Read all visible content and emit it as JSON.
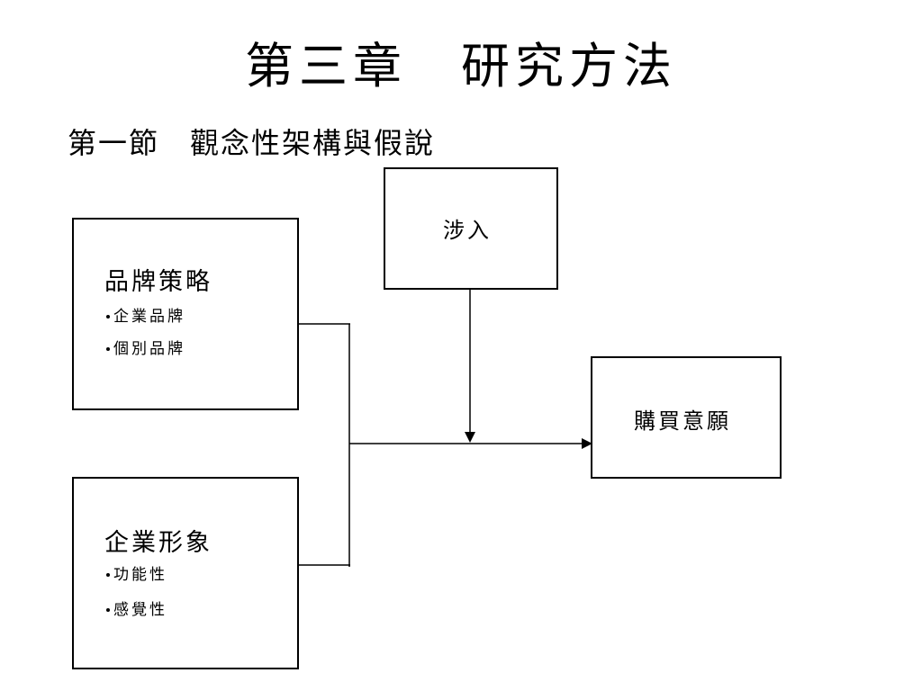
{
  "slide": {
    "chapter_title": "第三章　研究方法",
    "section_title": "第一節　觀念性架構與假說"
  },
  "diagram": {
    "brand_strategy": {
      "title": "品牌策略",
      "items": [
        "企業品牌",
        "個別品牌"
      ]
    },
    "corporate_image": {
      "title": "企業形象",
      "items": [
        "功能性",
        "感覺性"
      ]
    },
    "involvement": {
      "title": "涉入"
    },
    "purchase_intention": {
      "title": "購買意願"
    }
  }
}
